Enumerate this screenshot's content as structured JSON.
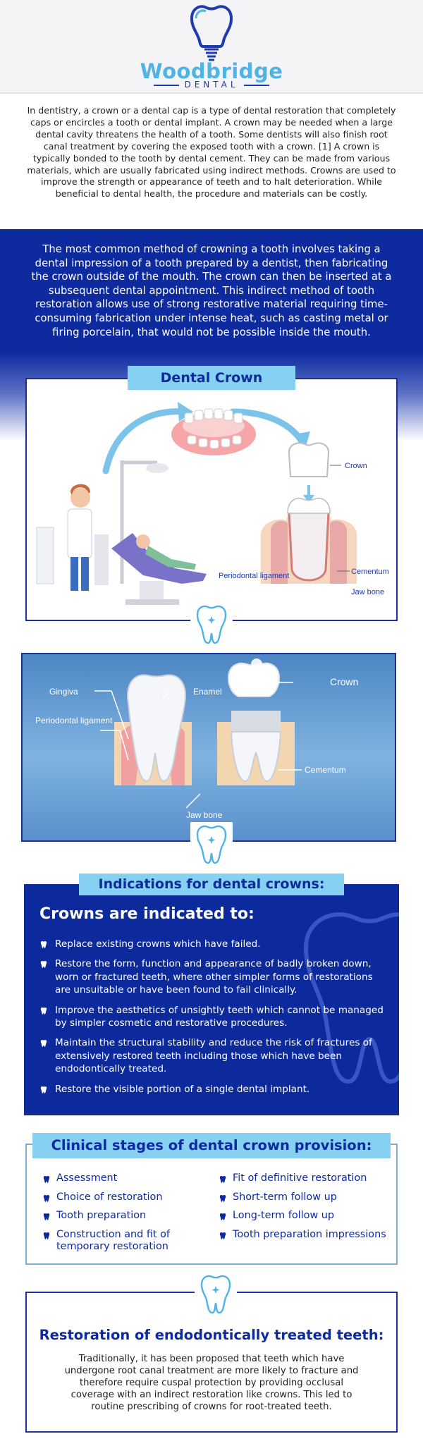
{
  "brand": {
    "logo_text": "Woodbridge",
    "logo_sub": "DENTAL",
    "colors": {
      "primary": "#0d2a9e",
      "accent": "#86d0f2",
      "logo": "#4fb3e6"
    }
  },
  "intro": {
    "text": "In dentistry, a crown or a dental cap is a type of dental restoration that completely caps or encircles a tooth or dental implant. A crown may be needed when a large dental cavity threatens the health of a tooth. Some dentists will also finish root canal treatment by covering the exposed tooth with a crown. [1] A crown is typically bonded to the tooth by dental cement. They can be made from various materials, which are usually fabricated using indirect methods. Crowns are used to improve the strength or appearance of teeth and to halt deterioration. While beneficial to dental health, the procedure and materials can be costly."
  },
  "method": {
    "text": "The most common method of crowning a tooth involves taking a dental impression of a tooth prepared by a dentist, then fabricating the crown outside of the mouth. The crown can then be inserted at a subsequent dental appointment. This indirect method of tooth restoration allows use of strong restorative material requiring time-consuming fabrication under intense heat, such as casting metal or firing porcelain, that would not be possible inside the mouth."
  },
  "dental_crown_panel": {
    "label": "Dental Crown",
    "labels": {
      "crown": "Crown",
      "periodontal_ligament": "Periodontal ligament",
      "cementum": "Cementum",
      "jaw_bone": "Jaw bone"
    }
  },
  "anatomy_panel": {
    "labels": {
      "gingiva": "Gingiva",
      "enamel": "Enamel",
      "crown": "Crown",
      "periodontal_ligament": "Periodontal ligament",
      "cementum": "Cementum",
      "jaw_bone": "Jaw bone"
    }
  },
  "indications": {
    "label": "Indications for dental crowns:",
    "title": "Crowns are indicated to:",
    "items": [
      "Replace existing crowns which have failed.",
      "Restore the form, function and appearance of badly broken down, worn or fractured teeth, where other simpler forms of restorations are unsuitable or have been found to fail clinically.",
      "Improve the aesthetics of unsightly teeth which cannot be managed by simpler cosmetic and restorative procedures.",
      "Maintain the structural stability and reduce the risk of fractures of extensively restored teeth including those which have been endodontically treated.",
      "Restore the visible portion of a single dental implant."
    ]
  },
  "stages": {
    "label": "Clinical stages of dental crown provision:",
    "left": [
      "Assessment",
      "Choice of restoration",
      "Tooth preparation",
      "Construction and fit of temporary restoration"
    ],
    "right": [
      "Fit of definitive restoration",
      "Short-term follow up",
      "Long-term follow up",
      "Tooth preparation impressions"
    ]
  },
  "restoration": {
    "title": "Restoration of endodontically treated teeth:",
    "text": "Traditionally, it has been proposed that teeth which have undergone root canal treatment are more likely to fracture and therefore require cuspal protection by providing occlusal coverage with an indirect restoration like crowns. This led to routine prescribing of crowns for root-treated teeth."
  }
}
